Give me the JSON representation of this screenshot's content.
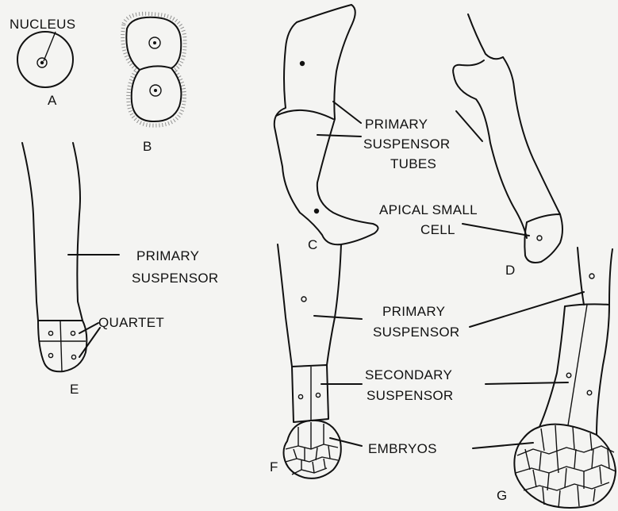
{
  "labels": {
    "nucleus": "NUCLEUS",
    "primary_suspensor_tubes": [
      "PRIMARY",
      "SUSPENSOR",
      "TUBES"
    ],
    "apical_small_cell": [
      "APICAL SMALL",
      "CELL"
    ],
    "primary_suspensor_e": [
      "PRIMARY",
      "SUSPENSOR"
    ],
    "quartet": "QUARTET",
    "primary_suspensor_fg": [
      "PRIMARY",
      "SUSPENSOR"
    ],
    "secondary_suspensor": [
      "SECONDARY",
      "SUSPENSOR"
    ],
    "embryos": "EMBRYOS"
  },
  "captions": {
    "a": "A",
    "b": "B",
    "c": "C",
    "d": "D",
    "e": "E",
    "f": "F",
    "g": "G"
  }
}
